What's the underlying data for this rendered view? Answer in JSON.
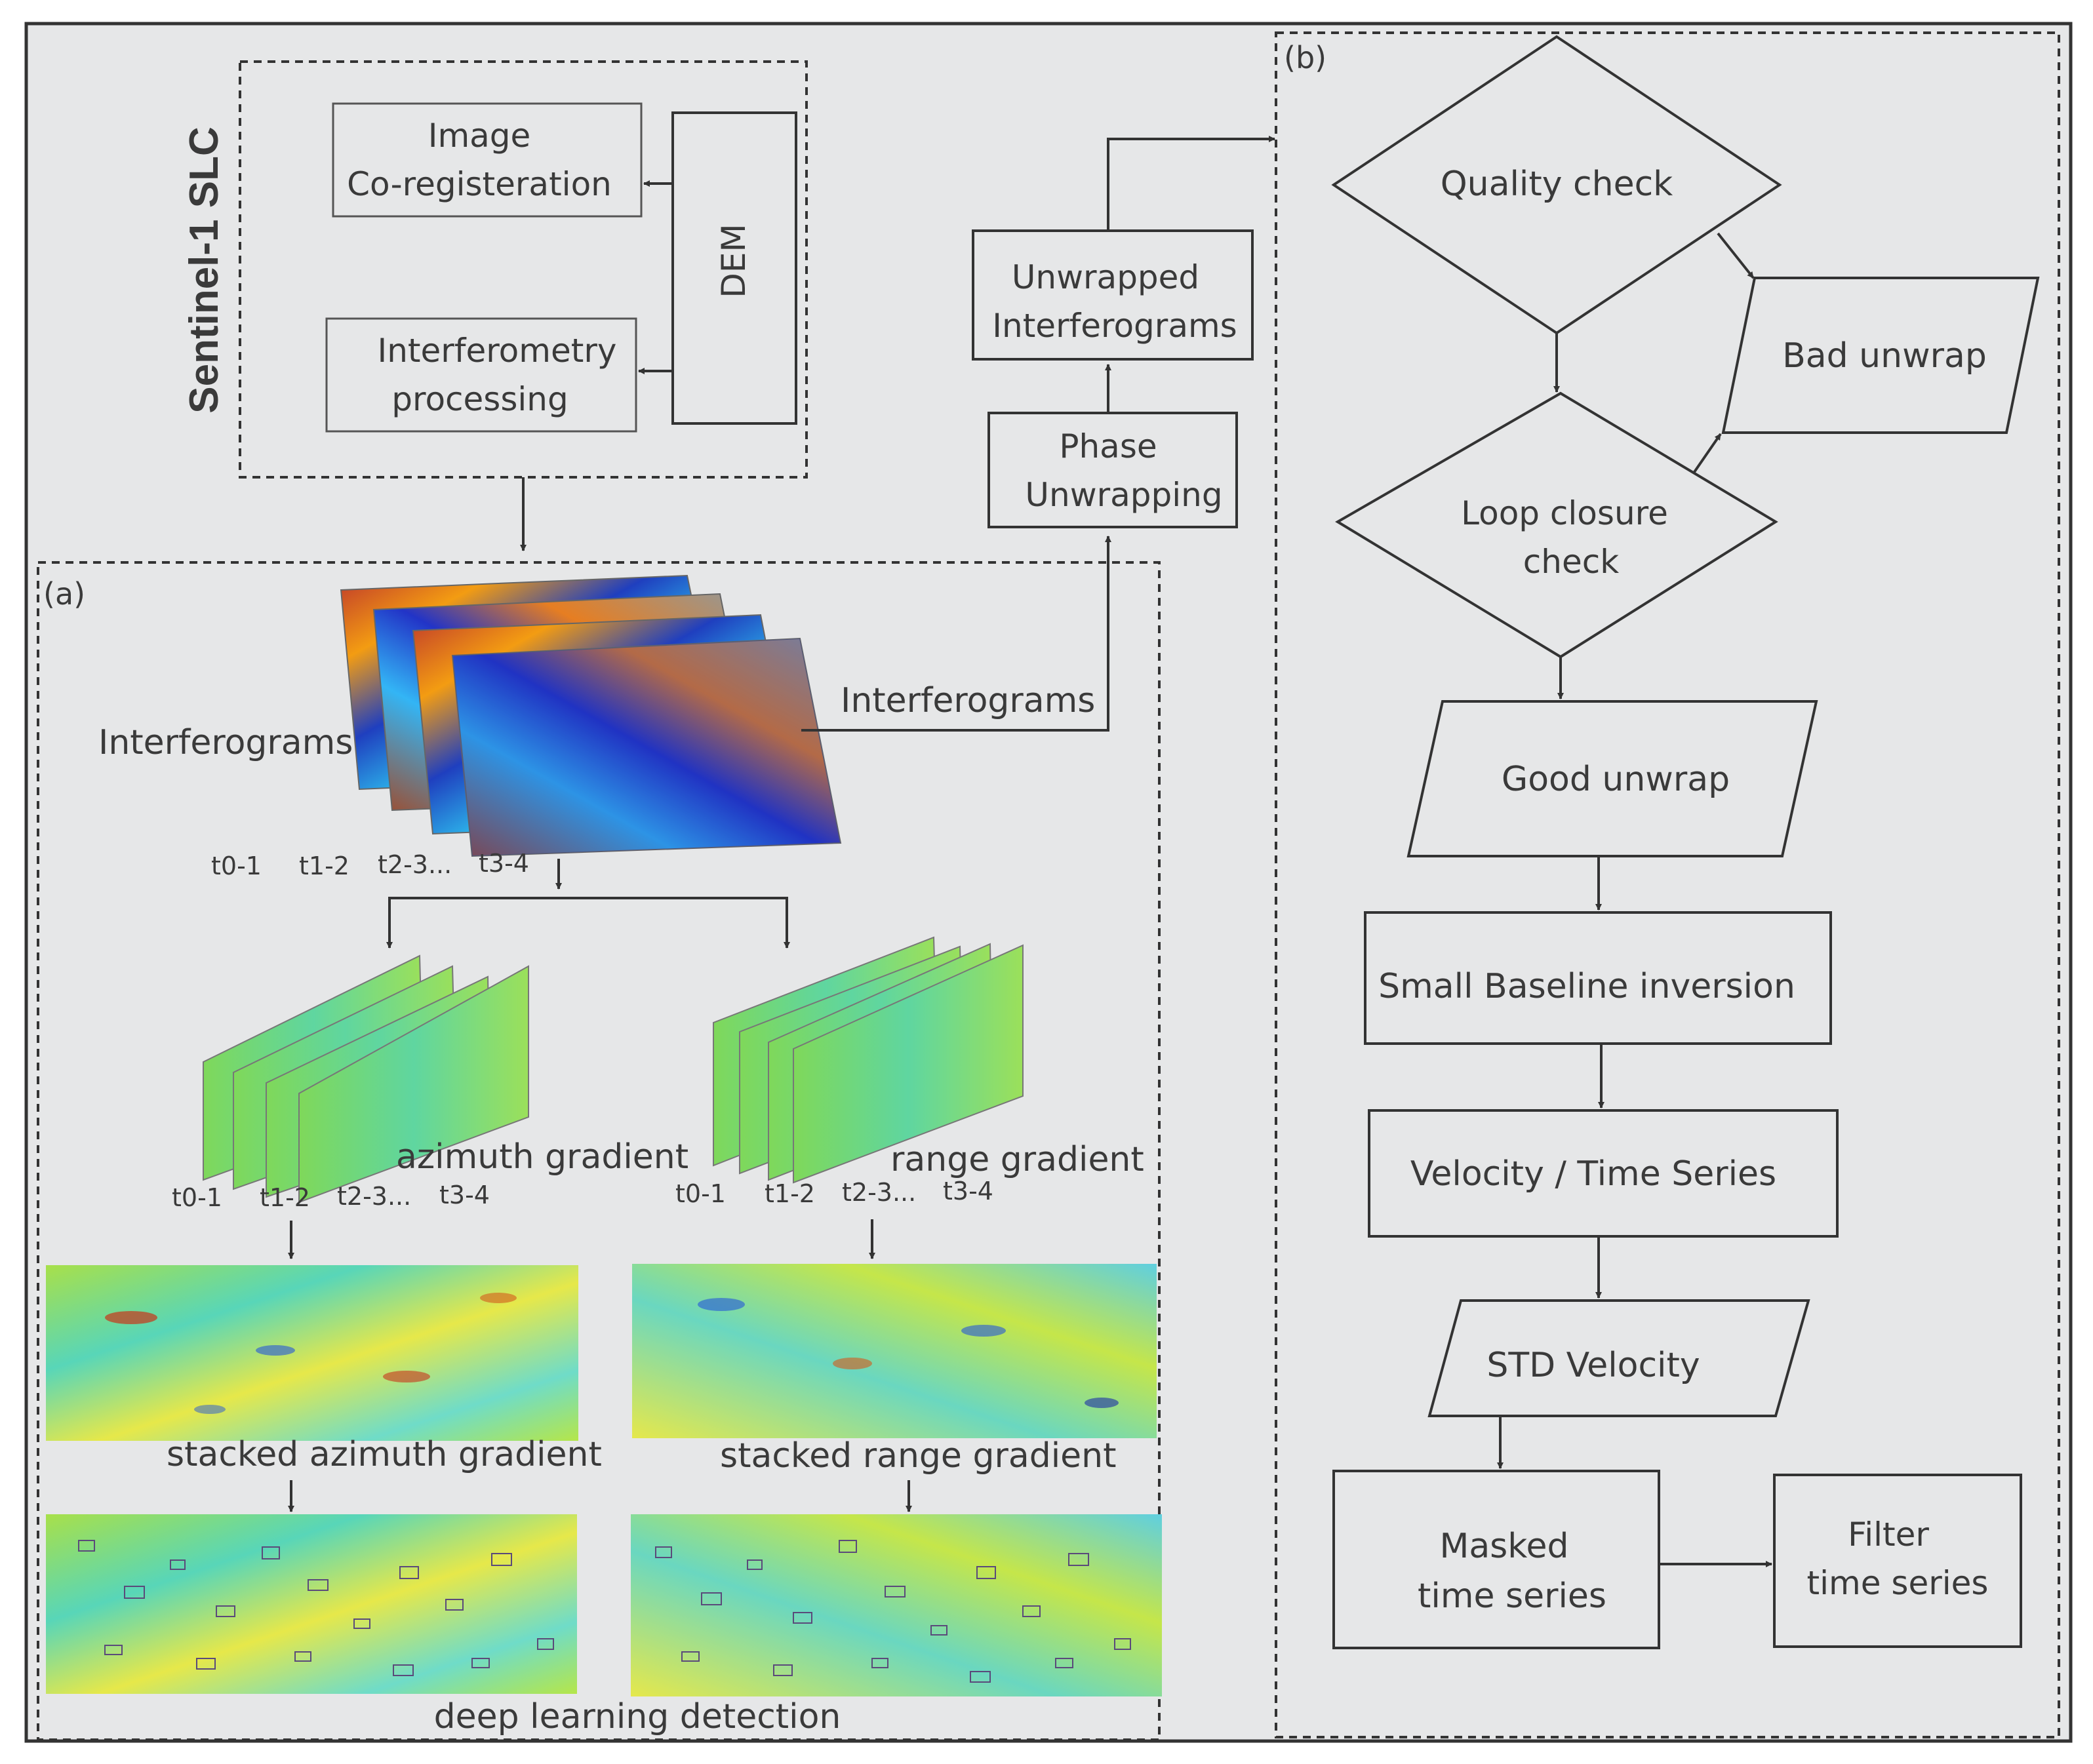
{
  "sentinel": {
    "title": "Sentinel-1 SLC",
    "image_coreg": [
      "Image",
      "Co-registeration"
    ],
    "interferometry": [
      "Interferometry",
      "processing"
    ],
    "dem": "DEM"
  },
  "panel_a": {
    "label": "(a)",
    "interferograms_left": "Interferograms",
    "interferograms_right": "Interferograms",
    "time_labels_top": [
      "t0-1",
      "t1-2",
      "t2-3...",
      "t3-4"
    ],
    "azimuth_gradient": "azimuth gradient",
    "range_gradient": "range gradient",
    "time_labels_az": [
      "t0-1",
      "t1-2",
      "t2-3...",
      "t3-4"
    ],
    "time_labels_rg": [
      "t0-1",
      "t1-2",
      "t2-3...",
      "t3-4"
    ],
    "stacked_azimuth": "stacked azimuth gradient",
    "stacked_range": "stacked range gradient",
    "deep_learning": "deep learning detection"
  },
  "middle": {
    "phase_unwrapping": [
      "Phase",
      "Unwrapping"
    ],
    "unwrapped": [
      "Unwrapped",
      "Interferograms"
    ]
  },
  "panel_b": {
    "label": "(b)",
    "quality_check": "Quality check",
    "bad_unwrap": "Bad unwrap",
    "loop_closure": [
      "Loop closure",
      "check"
    ],
    "good_unwrap": "Good unwrap",
    "sbas": "Small Baseline inversion",
    "velocity": "Velocity / Time Series",
    "std_velocity": "STD Velocity",
    "masked": [
      "Masked",
      "time series"
    ],
    "filter": [
      "Filter",
      "time series"
    ]
  },
  "colors": {
    "background": "#e6e7e8",
    "line": "#333333",
    "text": "#3a3a3a"
  }
}
